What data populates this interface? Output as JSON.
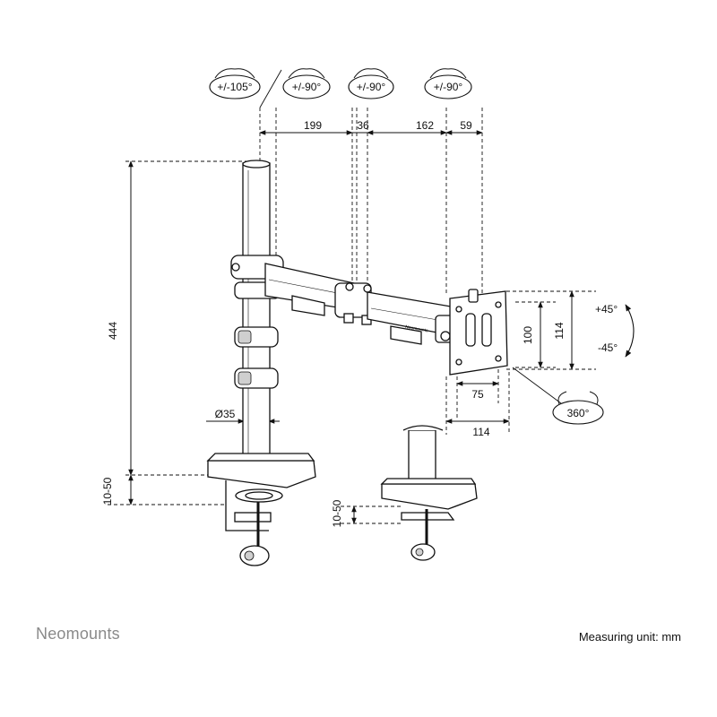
{
  "brand": "Neomounts",
  "measuring_unit": "Measuring unit: mm",
  "rotations": {
    "r1": "+/-105°",
    "r2": "+/-90°",
    "r3": "+/-90°",
    "r4": "+/-90°",
    "swivel": "360°",
    "tilt_up": "+45°",
    "tilt_down": "-45°"
  },
  "dimensions": {
    "arm1": "199",
    "joint": "36",
    "arm2": "162",
    "head": "59",
    "height": "444",
    "pole_diameter": "Ø35",
    "vesa_h_small": "75",
    "vesa_h_large": "114",
    "vesa_v_small": "100",
    "vesa_v_large": "114",
    "clamp_left": "10-50",
    "clamp_right": "10-50"
  },
  "arm_logo": "Neomounts"
}
